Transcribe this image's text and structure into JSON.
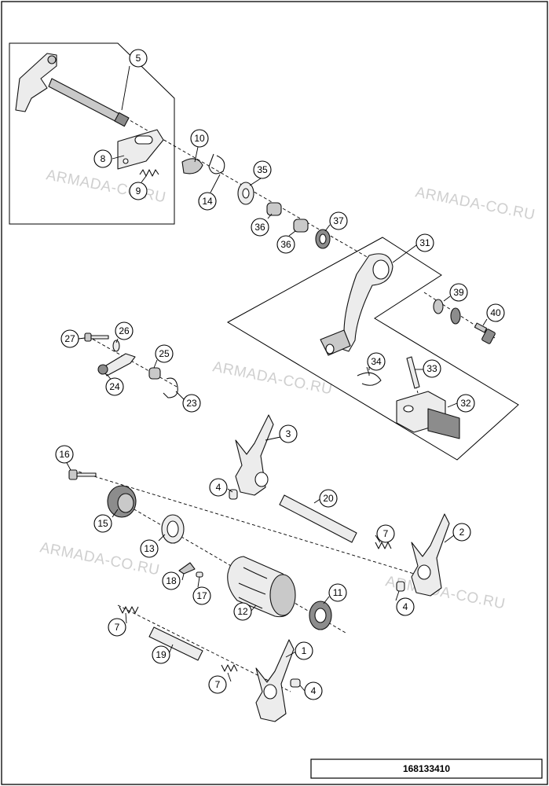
{
  "watermark": "ARMADA-CO.RU",
  "document_number": "168133410",
  "callouts": [
    "5",
    "8",
    "9",
    "10",
    "14",
    "35",
    "36",
    "36",
    "37",
    "31",
    "39",
    "40",
    "27",
    "26",
    "25",
    "24",
    "23",
    "34",
    "33",
    "32",
    "3",
    "4",
    "20",
    "16",
    "15",
    "13",
    "7",
    "2",
    "18",
    "17",
    "12",
    "11",
    "4",
    "7",
    "19",
    "1",
    "7",
    "4"
  ]
}
